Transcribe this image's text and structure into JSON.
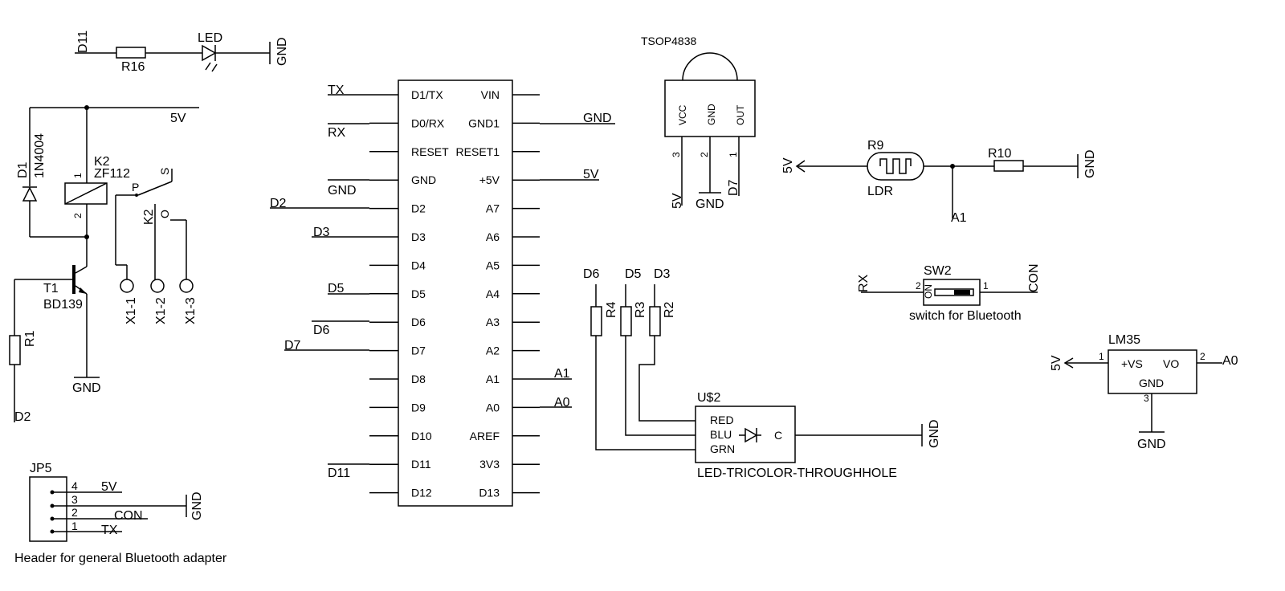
{
  "led_circuit": {
    "net": "D11",
    "resistor": "R16",
    "led": "LED",
    "gnd": "GND"
  },
  "relay_circuit": {
    "supply": "5V",
    "diode_name": "D1",
    "diode_value": "1N4004",
    "relay_name": "K2",
    "relay_value": "ZF112",
    "coil_pin1": "1",
    "coil_pin2": "2",
    "contact_name": "K2",
    "contact_p": "P",
    "contact_s": "S",
    "contact_o": "O",
    "transistor_name": "T1",
    "transistor_value": "BD139",
    "base_resistor": "R1",
    "drive_net": "D2",
    "gnd": "GND",
    "terminals": [
      "X1-1",
      "X1-2",
      "X1-3"
    ]
  },
  "header_jp5": {
    "name": "JP5",
    "caption": "Header for general Bluetooth adapter",
    "pins": [
      {
        "num": "4",
        "net": "5V"
      },
      {
        "num": "3",
        "net": ""
      },
      {
        "num": "2",
        "net": "CON"
      },
      {
        "num": "1",
        "net": "TX"
      }
    ],
    "gnd": "GND"
  },
  "arduino": {
    "left_pins": [
      "D1/TX",
      "D0/RX",
      "RESET",
      "GND",
      "D2",
      "D3",
      "D4",
      "D5",
      "D6",
      "D7",
      "D8",
      "D9",
      "D10",
      "D11",
      "D12"
    ],
    "right_pins": [
      "VIN",
      "GND1",
      "RESET1",
      "+5V",
      "A7",
      "A6",
      "A5",
      "A4",
      "A3",
      "A2",
      "A1",
      "A0",
      "AREF",
      "3V3",
      "D13"
    ],
    "left_nets": {
      "tx": "TX",
      "rx": "RX",
      "gnd": "GND",
      "d2": "D2",
      "d3": "D3",
      "d5": "D5",
      "d6": "D6",
      "d7": "D7",
      "d11": "D11"
    },
    "right_nets": {
      "gnd": "GND",
      "v5": "5V",
      "a1": "A1",
      "a0": "A0"
    }
  },
  "tsop": {
    "name": "TSOP4838",
    "pin_labels": [
      "VCC",
      "GND",
      "OUT"
    ],
    "pin_nums": [
      "3",
      "2",
      "1"
    ],
    "nets": {
      "vcc": "5V",
      "gnd": "GND",
      "out": "D7"
    }
  },
  "ldr_circuit": {
    "supply": "5V",
    "ldr_name": "R9",
    "ldr_value": "LDR",
    "resistor": "R10",
    "out_net": "A1",
    "gnd": "GND"
  },
  "rgb_led": {
    "resistors": [
      "R4",
      "R3",
      "R2"
    ],
    "nets": [
      "D6",
      "D5",
      "D3"
    ],
    "name": "U$2",
    "value": "LED-TRICOLOR-THROUGHHOLE",
    "pins": [
      "RED",
      "BLU",
      "GRN"
    ],
    "common": "C",
    "gnd": "GND"
  },
  "switch": {
    "name": "SW2",
    "on_label": "ON",
    "pin_left": "2",
    "pin_right": "1",
    "left_net": "RX",
    "right_net": "CON",
    "caption": "switch for Bluetooth"
  },
  "lm35": {
    "name": "LM35",
    "pin_vs": "+VS",
    "pin_vo": "VO",
    "pin_gnd": "GND",
    "num_vs": "1",
    "num_vo": "2",
    "num_gnd": "3",
    "supply": "5V",
    "out_net": "A0",
    "gnd": "GND"
  }
}
